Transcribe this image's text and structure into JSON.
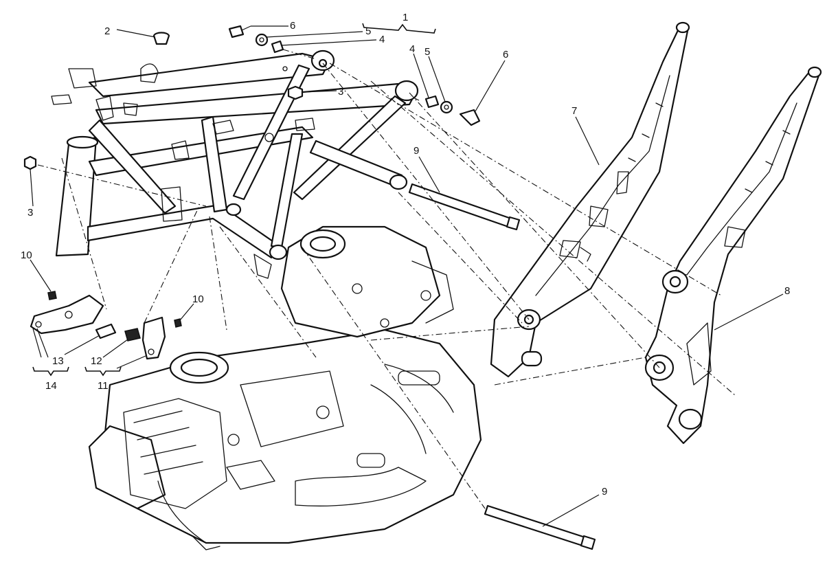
{
  "callouts": [
    {
      "key": "c1",
      "label": "1"
    },
    {
      "key": "c2",
      "label": "2"
    },
    {
      "key": "c3a",
      "label": "3"
    },
    {
      "key": "c3b",
      "label": "3"
    },
    {
      "key": "c4a",
      "label": "4"
    },
    {
      "key": "c4b",
      "label": "4"
    },
    {
      "key": "c5a",
      "label": "5"
    },
    {
      "key": "c5b",
      "label": "5"
    },
    {
      "key": "c6a",
      "label": "6"
    },
    {
      "key": "c6b",
      "label": "6"
    },
    {
      "key": "c7",
      "label": "7"
    },
    {
      "key": "c8",
      "label": "8"
    },
    {
      "key": "c9a",
      "label": "9"
    },
    {
      "key": "c9b",
      "label": "9"
    },
    {
      "key": "c10a",
      "label": "10"
    },
    {
      "key": "c10b",
      "label": "10"
    },
    {
      "key": "c11",
      "label": "11"
    },
    {
      "key": "c12",
      "label": "12"
    },
    {
      "key": "c13",
      "label": "13"
    },
    {
      "key": "c14",
      "label": "14"
    }
  ]
}
